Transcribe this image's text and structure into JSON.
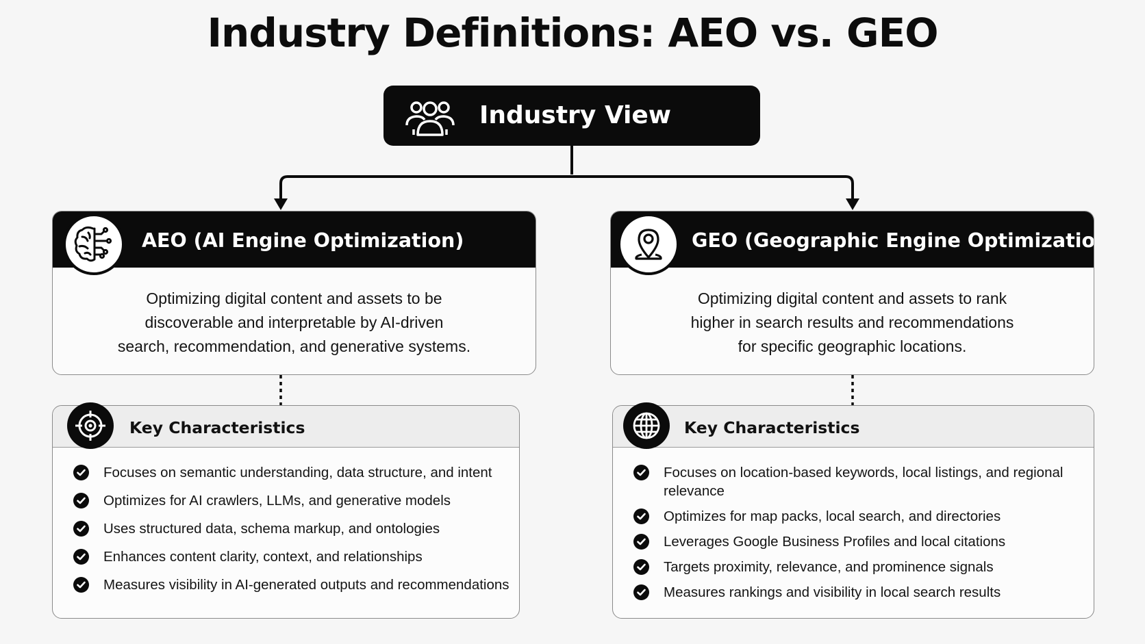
{
  "title": "Industry Definitions: AEO vs. GEO",
  "root": {
    "label": "Industry View",
    "icon": "users-group-icon"
  },
  "colors": {
    "dark": "#0b0b0b",
    "background": "#f6f6f6",
    "card_bg": "#fbfbfb",
    "border": "#8a8a8a"
  },
  "aeo": {
    "heading": "AEO (AI Engine Optimization)",
    "icon": "brain-circuit-icon",
    "description_lines": [
      "Optimizing digital content and assets to be",
      "discoverable and interpretable by AI-driven",
      "search, recommendation, and generative systems."
    ],
    "characteristics": {
      "heading": "Key Characteristics",
      "icon": "target-icon",
      "items": [
        "Focuses on semantic understanding, data structure, and intent",
        "Optimizes for AI crawlers, LLMs, and generative models",
        "Uses structured data, schema markup, and ontologies",
        "Enhances content clarity, context, and relationships",
        "Measures visibility in AI-generated outputs and recommendations"
      ]
    }
  },
  "geo": {
    "heading": "GEO (Geographic Engine Optimization)",
    "icon": "map-pin-icon",
    "description_lines": [
      "Optimizing digital content and assets to rank",
      "higher in search results and recommendations",
      "for specific geographic locations."
    ],
    "characteristics": {
      "heading": "Key Characteristics",
      "icon": "globe-icon",
      "items": [
        "Focuses on location-based keywords, local listings, and regional relevance",
        "Optimizes for map packs, local search, and directories",
        "Leverages Google Business Profiles and local citations",
        "Targets proximity, relevance, and prominence signals",
        "Measures rankings and visibility in local search results"
      ]
    }
  }
}
